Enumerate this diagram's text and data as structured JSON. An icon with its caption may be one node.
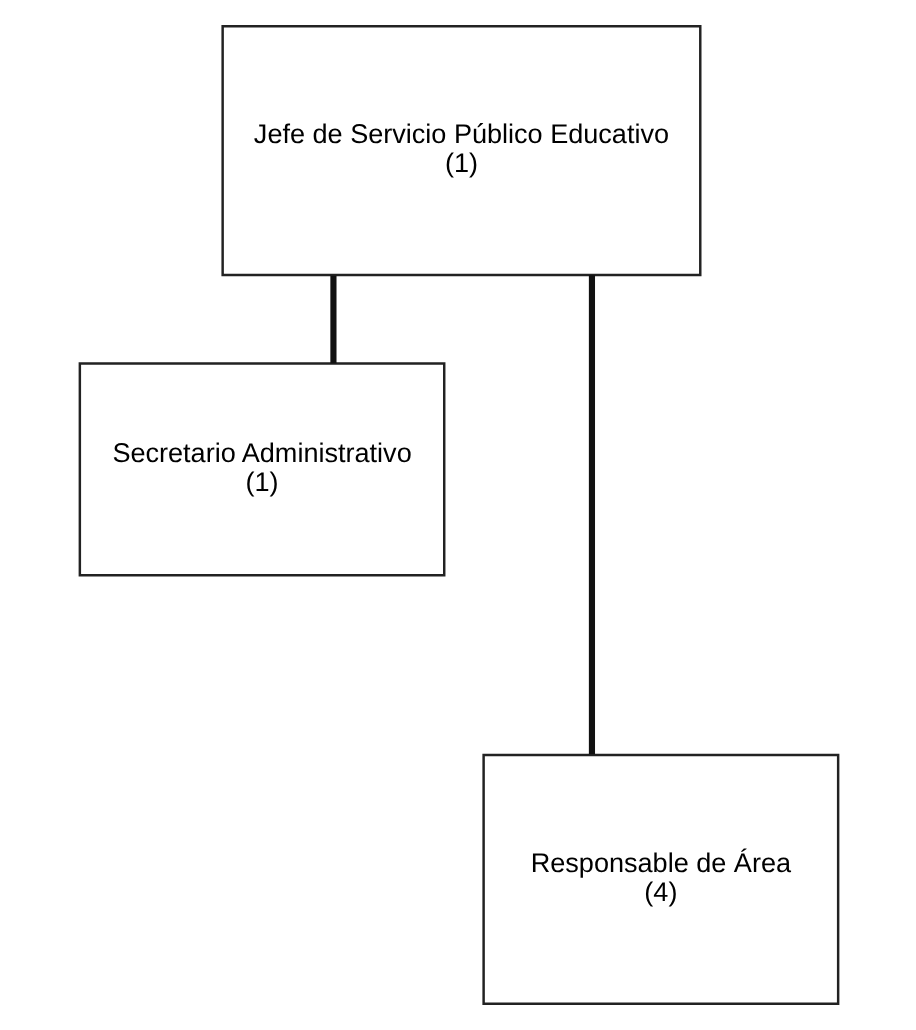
{
  "diagram": {
    "nodes": [
      {
        "text": [
          "Jefe de Servicio Público Educativo",
          "(1)"
        ]
      },
      {
        "text": [
          "Secretario Administrativo",
          "(1)"
        ]
      },
      {
        "text": [
          "Responsable de Área",
          "(4)"
        ]
      }
    ],
    "edges": [
      {
        "from": 0,
        "to": 1,
        "arrow": "none"
      },
      {
        "from": 0,
        "to": 2,
        "arrow": "none"
      }
    ]
  }
}
